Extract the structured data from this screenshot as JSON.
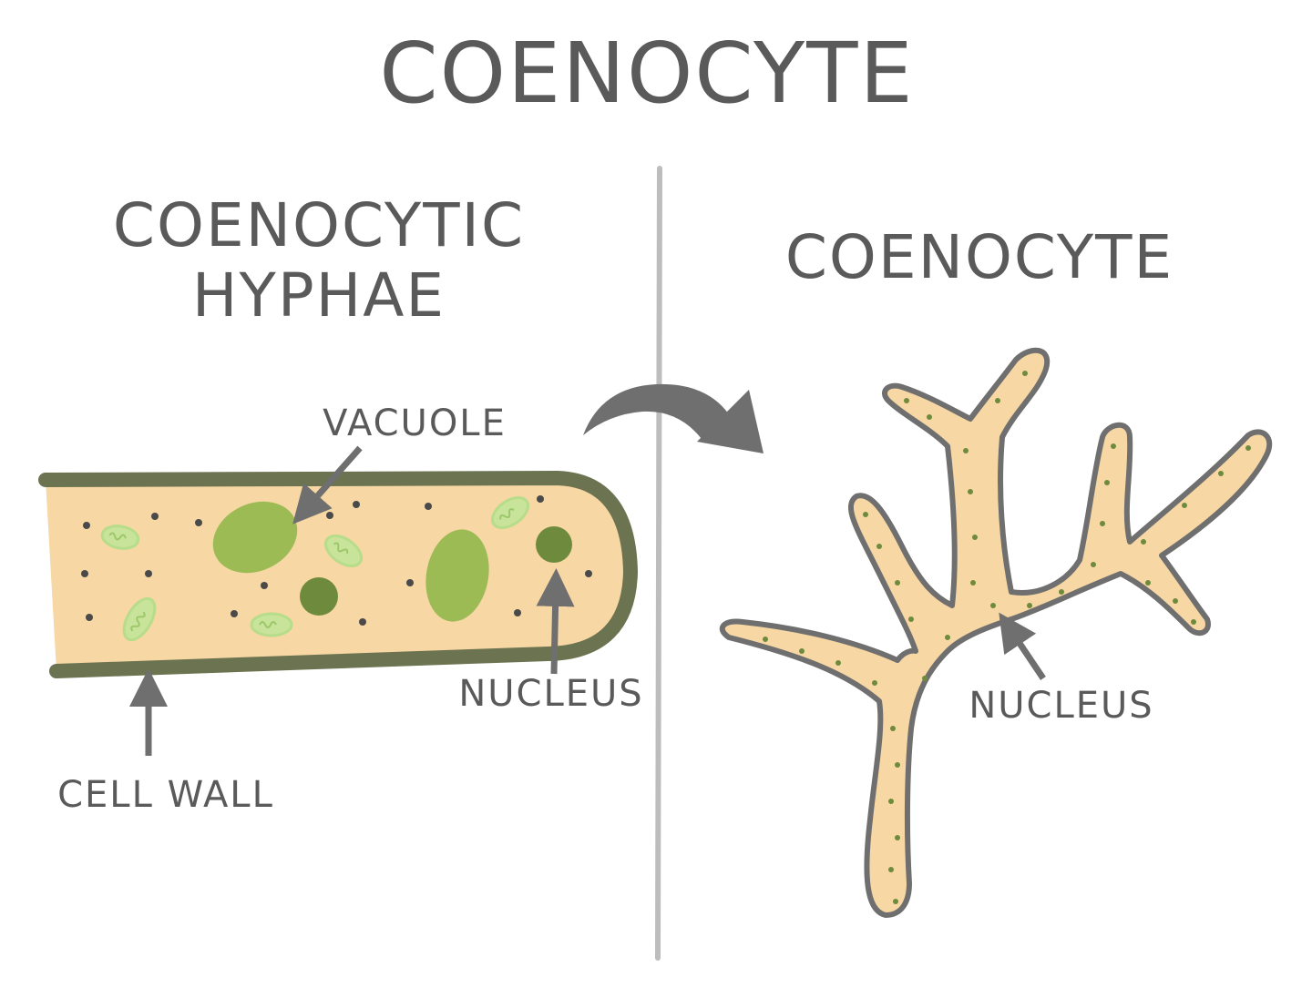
{
  "title": "COENOCYTE",
  "left_panel": {
    "heading_line1": "COENOCYTIC",
    "heading_line2": "HYPHAE",
    "labels": {
      "vacuole": "VACUOLE",
      "nucleus": "NUCLEUS",
      "cell_wall": "CELL WALL"
    }
  },
  "right_panel": {
    "heading": "COENOCYTE",
    "labels": {
      "nucleus": "NUCLEUS"
    }
  },
  "colors": {
    "text": "#5a5a5a",
    "divider": "#bdbdbd",
    "cytoplasm": "#f7d7a3",
    "cell_wall": "#6b7350",
    "vacuole": "#9cbb55",
    "nucleus": "#6e8b3d",
    "organelle_outline": "#b7dc8a",
    "outline_gray": "#6f6f6f",
    "arrow": "#6f6f6f"
  },
  "icons": {
    "transition_arrow": "curved-arrow-icon",
    "pointer_arrow": "pointer-arrow-icon"
  }
}
